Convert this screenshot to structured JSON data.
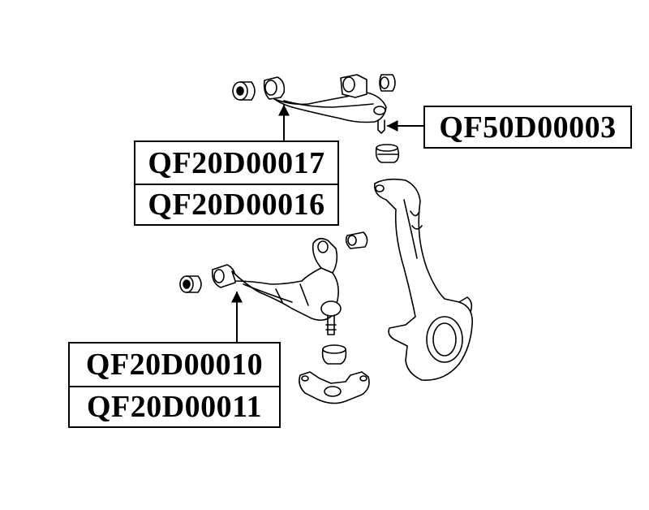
{
  "labels": {
    "upper_arm_left": "QF20D00017",
    "upper_arm_right": "QF20D00016",
    "upper_ball_joint": "QF50D00003",
    "lower_arm_left": "QF20D00010",
    "lower_arm_right": "QF20D00011"
  },
  "colors": {
    "line": "#000000",
    "background": "#ffffff"
  }
}
